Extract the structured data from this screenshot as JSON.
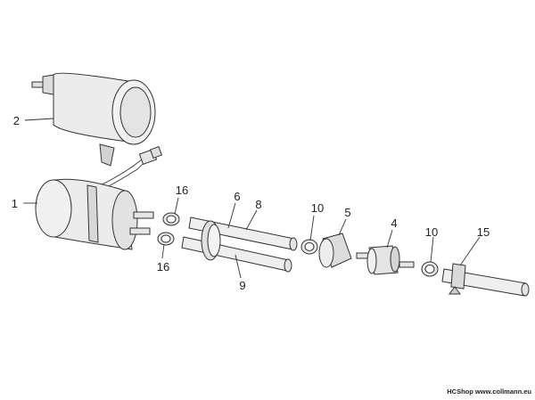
{
  "callouts": {
    "c1": "1",
    "c2": "2",
    "c16a": "16",
    "c16b": "16",
    "c6": "6",
    "c8": "8",
    "c9": "9",
    "c10a": "10",
    "c5": "5",
    "c4": "4",
    "c10b": "10",
    "c15": "15"
  },
  "credit": "HCShop www.collmann.eu",
  "colors": {
    "part_fill": "#ececec",
    "part_shade": "#c9c9c9",
    "outline": "#333333"
  }
}
